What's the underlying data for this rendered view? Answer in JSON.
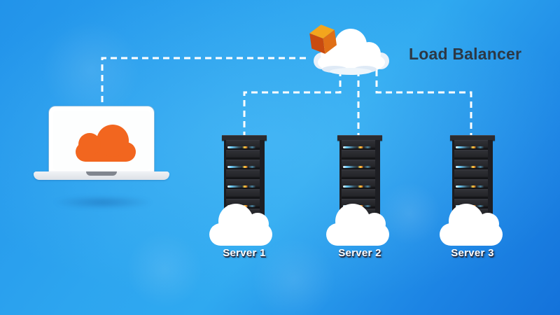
{
  "diagram": {
    "load_balancer": {
      "label": "Load Balancer",
      "icon": "cube-in-cloud-icon"
    },
    "client": {
      "icon": "orange-cloud-on-laptop-icon"
    },
    "servers": [
      {
        "label": "Server 1"
      },
      {
        "label": "Server 2"
      },
      {
        "label": "Server 3"
      }
    ],
    "colors": {
      "background_light": "#32aaee",
      "background_dark": "#1272da",
      "connector": "#ffffff",
      "accent_orange": "#f2661f",
      "cube_top": "#f3a51d",
      "cube_left": "#c94b10",
      "cube_right": "#e06f16",
      "title_text": "#2c3845",
      "server_label_text": "#ffffff",
      "server_label_shadow": "#253048",
      "server_body": "#2b2c31",
      "led_cyan": "#6fd0ff",
      "led_yellow": "#ffd24a"
    }
  }
}
